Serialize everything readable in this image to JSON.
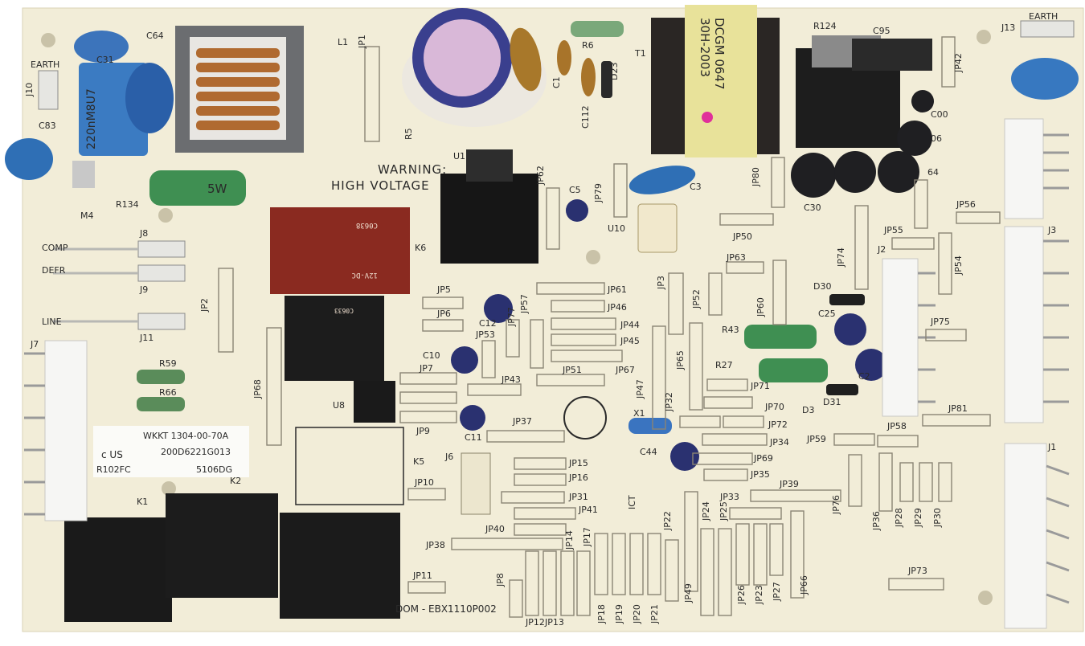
{
  "board": {
    "warning_line1": "WARNING:",
    "warning_line2": "HIGH VOLTAGE",
    "part_number_1": "WKKT 1304-00-70A",
    "part_number_2": "200D6221G013",
    "ul_mark": "c US",
    "cert_code": "R102FC",
    "date_code": "5106DG",
    "bottom_code": "DOM - EBX1110P002",
    "transformer_label_1": "30H-2003",
    "transformer_label_2": "DCGM 0647",
    "resistor_label": "5W",
    "relay_k6_text": "C0638",
    "relay_k6_rating": "12V-DC",
    "relay_k5_text": "C0633",
    "capacitor_label": "220nM8U7"
  },
  "silkscreen": {
    "earth_left": "EARTH",
    "earth_right": "EARTH",
    "comp": "COMP",
    "defr": "DEFR",
    "line": "LINE",
    "labels": [
      "C64",
      "C31",
      "L1",
      "JP1",
      "R5",
      "R6",
      "D23",
      "C1",
      "C112",
      "T1",
      "R124",
      "C95",
      "J13",
      "JP42",
      "J10",
      "C83",
      "M4",
      "R134",
      "U1",
      "JP62",
      "C5",
      "JP79",
      "C3",
      "JP80",
      "C30",
      "JP56",
      "JP55",
      "C00",
      "06",
      "64",
      "J8",
      "J9",
      "J11",
      "K6",
      "U10",
      "JP50",
      "JP63",
      "JP74",
      "J2",
      "JP54",
      "J3",
      "JP2",
      "JP5",
      "JP6",
      "C12",
      "JP53",
      "JP77",
      "JP57",
      "JP61",
      "JP46",
      "JP44",
      "JP45",
      "JP3",
      "JP52",
      "JP60",
      "D30",
      "C25",
      "R43",
      "JP75",
      "C10",
      "JP7",
      "JP43",
      "JP51",
      "JP67",
      "JP65",
      "JP47",
      "R27",
      "C2",
      "JP71",
      "D31",
      "JP68",
      "R59",
      "R66",
      "J7",
      "U8",
      "JP9",
      "C11",
      "JP37",
      "JP32",
      "X1",
      "JP70",
      "JP72",
      "JP34",
      "D3",
      "JP58",
      "JP81",
      "JP59",
      "J6",
      "K5",
      "JP15",
      "JP16",
      "C44",
      "JP69",
      "JP35",
      "JP33",
      "JP39",
      "JP31",
      "JP41",
      "JP10",
      "JP76",
      "JP36",
      "JP28",
      "JP29",
      "JP30",
      "JP40",
      "K2",
      "K1",
      "JP38",
      "JP14",
      "JP17",
      "JP22",
      "JP24",
      "JP25",
      "JP11",
      "JP8",
      "JP49",
      "JP26",
      "JP23",
      "JP27",
      "JP66",
      "JP73",
      "JP18",
      "JP19",
      "JP20",
      "JP21",
      "JP12",
      "JP13",
      "J1",
      "ICT"
    ]
  },
  "colors": {
    "pcb": "#f2edd8",
    "relay_black": "#1c1c1c",
    "relay_red": "#8a2a20",
    "cap_blue": "#2f6fb5",
    "connector_white": "#f6f6f4",
    "resistor_green": "#3f8f52",
    "transformer_yellow": "#e8e29a",
    "heatsink": "#1a1a1a"
  }
}
